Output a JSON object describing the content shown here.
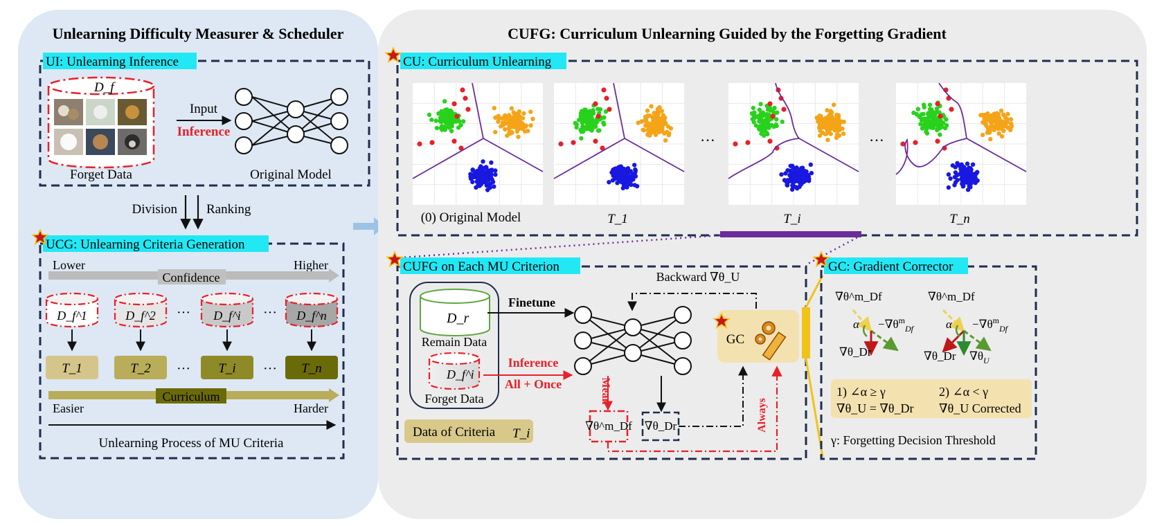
{
  "left_panel": {
    "title": "Unlearning Difficulty Measurer & Scheduler",
    "ui_box": {
      "label": "UI: Unlearning Inference",
      "df_label": "D_f",
      "input_label": "Input",
      "inference_label": "Inference",
      "forget_data_label": "Forget Data",
      "original_model_label": "Original Model"
    },
    "division_label": "Division",
    "ranking_label": "Ranking",
    "ucg_box": {
      "label": "UCG: Unlearning Criteria Generation",
      "lower_label": "Lower",
      "higher_label": "Higher",
      "confidence_label": "Confidence",
      "subsets": [
        "D_f^1",
        "D_f^2",
        "D_f^i",
        "D_f^n"
      ],
      "criteria": [
        "T_1",
        "T_2",
        "T_i",
        "T_n"
      ],
      "ellipsis": "···",
      "curriculum_label": "Curriculum",
      "easier_label": "Easier",
      "harder_label": "Harder",
      "process_label": "Unlearning Process of MU Criteria"
    }
  },
  "right_panel": {
    "title": "CUFG: Curriculum Unlearning Guided by the Forgetting Gradient",
    "cu_box": {
      "label": "CU: Curriculum Unlearning",
      "plots": [
        {
          "caption": "(0) Original Model"
        },
        {
          "caption": "T_1"
        },
        {
          "caption": "T_i"
        },
        {
          "caption": "T_n"
        }
      ],
      "ellipsis": "···"
    },
    "cufg_box": {
      "label": "CUFG on Each MU Criterion",
      "backward_label": "Backward ∇θ_U",
      "finetune_label": "Finetune",
      "dr_label": "D_r",
      "remain_data_label": "Remain Data",
      "dfi_label": "D_f^i",
      "forget_data_label": "Forget Data",
      "inference_label": "Inference",
      "all_once_label": "All + Once",
      "mean_label": "Mean",
      "always_label": "Always",
      "grad_df_label": "∇θ^m_Df",
      "grad_dr_label": "∇θ_Dr",
      "gc_label": "GC",
      "data_of_criteria_label": "Data of Criteria",
      "criteria_symbol": "T_i"
    },
    "gc_box": {
      "label": "GC: Gradient Corrector",
      "cond1_line1": "1) ∠α ≥ γ",
      "cond1_line2": "∇θ_U = ∇θ_Dr",
      "cond2_line1": "2) ∠α < γ",
      "cond2_line2": "∇θ_U Corrected",
      "threshold_label": "γ: Forgetting Decision Threshold",
      "alpha": "α"
    }
  },
  "colors": {
    "left_bg": "#dde8f4",
    "right_bg": "#ececec",
    "cyan": "#22e8f5",
    "dash_navy": "#1f2d4f",
    "red": "#e8202a",
    "green_points": "#28d21c",
    "orange_points": "#f5a418",
    "blue_points": "#1818e0",
    "purple_boundary": "#6a2c9a",
    "criteria_colors": [
      "#d6c58a",
      "#b9ad59",
      "#8f8a28",
      "#6b6a09"
    ],
    "gc_fill": "#f3e2b0",
    "gold": "#f2c316"
  }
}
